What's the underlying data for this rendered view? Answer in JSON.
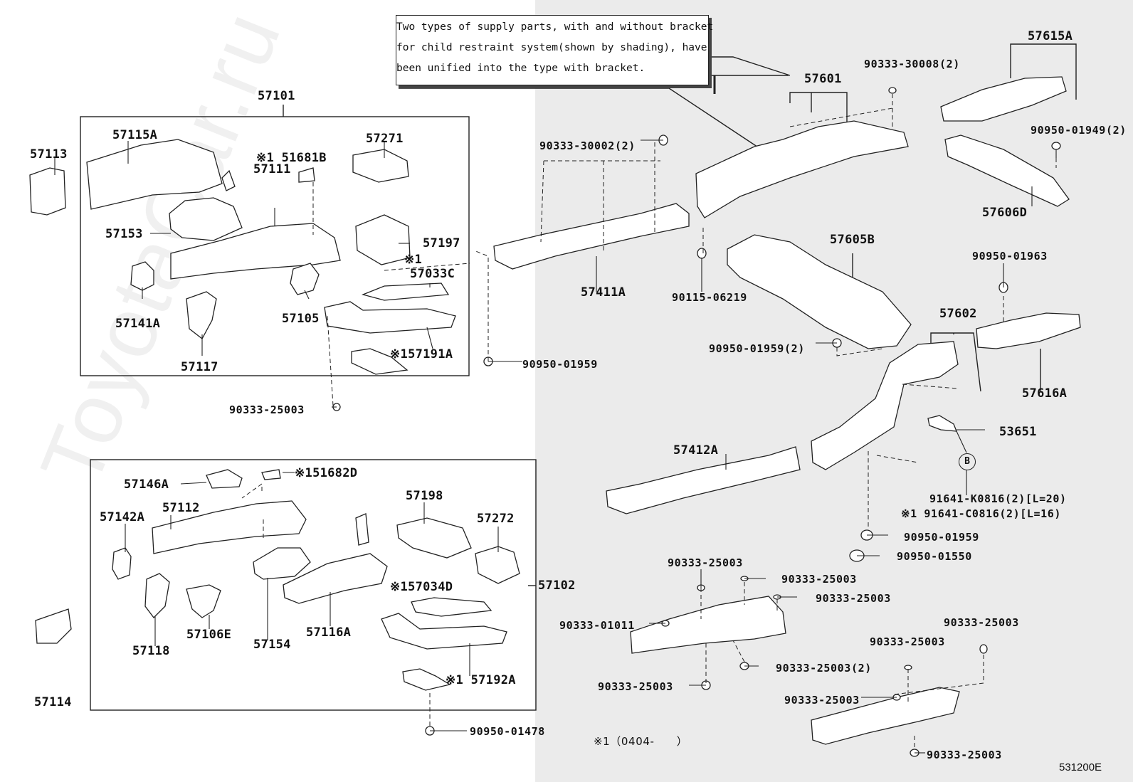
{
  "note": {
    "lines": [
      "Two types of supply parts, with and without bracket",
      "for child restraint system(shown by shading), have",
      "been unified into the type with bracket."
    ]
  },
  "watermark": "ToyotaCar.ru",
  "labels": {
    "p57101": "57101",
    "p57102": "57102",
    "p57113": "57113",
    "p57115A": "57115A",
    "p57271": "57271",
    "p51681B": "※1 51681B",
    "p57111": "57111",
    "p57153": "57153",
    "p57197": "57197",
    "p57033C_mark": "※1",
    "p57033C": "57033C",
    "p57141A": "57141A",
    "p57105": "57105",
    "p57117": "57117",
    "p57191A": "※157191A",
    "p90950_01959_a": "90950-01959",
    "p90333_25003_a": "90333-25003",
    "p57146A": "57146A",
    "p51682D": "※151682D",
    "p57142A": "57142A",
    "p57112": "57112",
    "p57198": "57198",
    "p57272": "57272",
    "p57034D": "※157034D",
    "p57118": "57118",
    "p57106E": "57106E",
    "p57154": "57154",
    "p57116A": "57116A",
    "p57192A": "※1 57192A",
    "p57114": "57114",
    "p90950_01478": "90950-01478",
    "p57601": "57601",
    "p90333_30008": "90333-30008(2)",
    "p57615A": "57615A",
    "p90950_01949": "90950-01949(2)",
    "p57606D": "57606D",
    "p90333_30002": "90333-30002(2)",
    "p57411A": "57411A",
    "p90115_06219": "90115-06219",
    "p57605B": "57605B",
    "p90950_01963": "90950-01963",
    "p57602": "57602",
    "p90950_01959_b": "90950-01959(2)",
    "p57616A": "57616A",
    "p57412A": "57412A",
    "p53651": "53651",
    "pB": "B",
    "p91641_K0816": "91641-K0816(2)[L=20)",
    "p91641_C0816": "※1 91641-C0816(2)[L=16)",
    "p90950_01959_c": "90950-01959",
    "p90950_01550": "90950-01550",
    "p90333_25003_b": "90333-25003",
    "p90333_25003_c": "90333-25003",
    "p90333_25003_d": "90333-25003",
    "p90333_01011": "90333-01011",
    "p90333_25003_e": "90333-25003(2)",
    "p90333_25003_f": "90333-25003",
    "p90333_25003_g": "90333-25003",
    "p90333_25003_h": "90333-25003",
    "p90333_25003_i": "90333-25003",
    "p90333_25003_j": "90333-25003",
    "date_note": "※1（0404-　　）",
    "diagram_code": "531200E"
  }
}
